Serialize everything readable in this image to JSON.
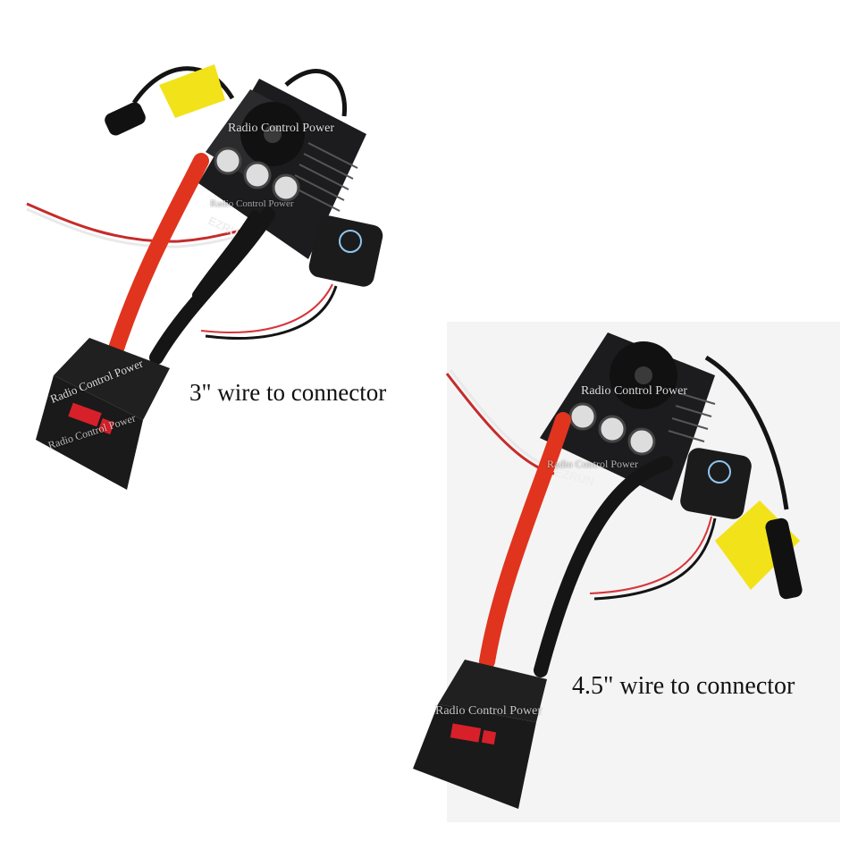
{
  "captions": {
    "top": "3\" wire to connector",
    "bottom": "4.5\" wire to connector"
  },
  "watermark": "Radio Control Power",
  "brand": "EZRUN",
  "colors": {
    "background": "#ffffff",
    "red_wire": "#e0341e",
    "black_wire": "#151515",
    "tag_yellow": "#f2e21a",
    "esc_body": "#1c1c1e"
  }
}
